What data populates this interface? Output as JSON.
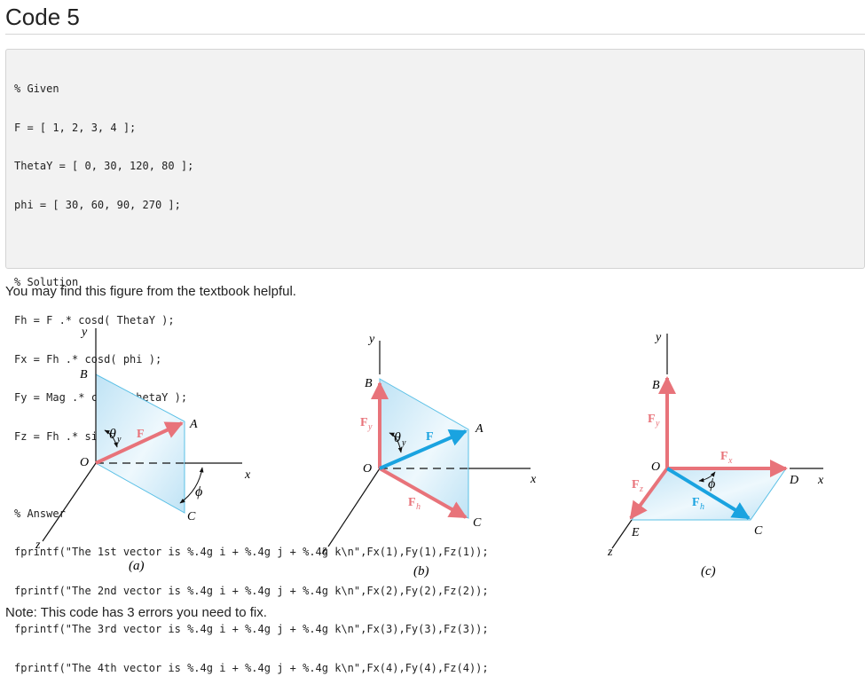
{
  "page": {
    "title": "Code 5",
    "hint": "You may find this figure from the textbook helpful.",
    "note": "Note: This code has 3 errors you need to fix."
  },
  "code": {
    "given": [
      "% Given",
      "F = [ 1, 2, 3, 4 ];",
      "ThetaY = [ 0, 30, 120, 80 ];",
      "phi = [ 30, 60, 90, 270 ];"
    ],
    "solution": [
      "% Solution",
      "Fh = F .* cosd( ThetaY );",
      "Fx = Fh .* cosd( phi );",
      "Fy = Mag .* cosd( thetaY );",
      "Fz = Fh .* sind( phi );"
    ],
    "answer": [
      "% Answer",
      "fprintf(\"The 1st vector is %.4g i + %.4g j + %.4g k\\n\",Fx(1),Fy(1),Fz(1));",
      "fprintf(\"The 2nd vector is %.4g i + %.4g j + %.4g k\\n\",Fx(2),Fy(2),Fz(2));",
      "fprintf(\"The 3rd vector is %.4g i + %.4g j + %.4g k\\n\",Fx(3),Fy(3),Fz(3));",
      "fprintf(\"The 4th vector is %.4g i + %.4g j + %.4g k\\n\",Fx(4),Fy(4),Fz(4));"
    ]
  },
  "figure": {
    "colors": {
      "force": "#e8737a",
      "component": "#1aa3e0",
      "plane": "#cfe9f6",
      "plane_edge": "#5bc0e6",
      "axis": "#111111"
    },
    "a": {
      "caption": "(a)",
      "axis_x": "x",
      "axis_y": "y",
      "axis_z": "z",
      "B": "B",
      "O": "O",
      "A": "A",
      "C": "C",
      "theta": "θ",
      "theta_sub": "y",
      "F": "F",
      "phi": "ϕ"
    },
    "b": {
      "caption": "(b)",
      "axis_x": "x",
      "axis_y": "y",
      "axis_z": "z",
      "B": "B",
      "O": "O",
      "A": "A",
      "C": "C",
      "Fy": "F",
      "Fy_sub": "y",
      "theta": "θ",
      "theta_sub": "y",
      "F": "F",
      "Fh": "F",
      "Fh_sub": "h"
    },
    "c": {
      "caption": "(c)",
      "axis_x": "x",
      "axis_y": "y",
      "axis_z": "z",
      "B": "B",
      "O": "O",
      "C": "C",
      "D": "D",
      "E": "E",
      "Fy": "F",
      "Fy_sub": "y",
      "Fx": "F",
      "Fx_sub": "x",
      "Fz": "F",
      "Fz_sub": "z",
      "Fh": "F",
      "Fh_sub": "h",
      "phi": "ϕ"
    }
  }
}
